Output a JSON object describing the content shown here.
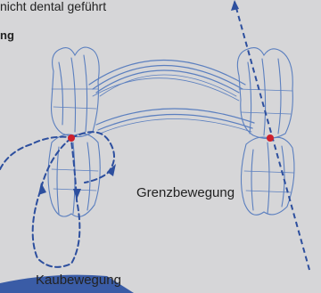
{
  "captions": {
    "top": "nicht dental geführt",
    "bold": "ng"
  },
  "labels": {
    "grenzbewegung": "Grenzbewegung",
    "kaubewegung": "Kaubewegung"
  },
  "colors": {
    "background": "#d6d6d8",
    "tooth_sketch": "#5b7fbf",
    "path": "#2d4f9e",
    "contact_point": "#d0202c",
    "corner_accent": "#3a5ca6"
  },
  "icons": [
    "left-molar-sketch",
    "right-molar-sketch",
    "upper-arch-sketch",
    "lower-arch-sketch",
    "contact-point-left",
    "contact-point-right"
  ]
}
